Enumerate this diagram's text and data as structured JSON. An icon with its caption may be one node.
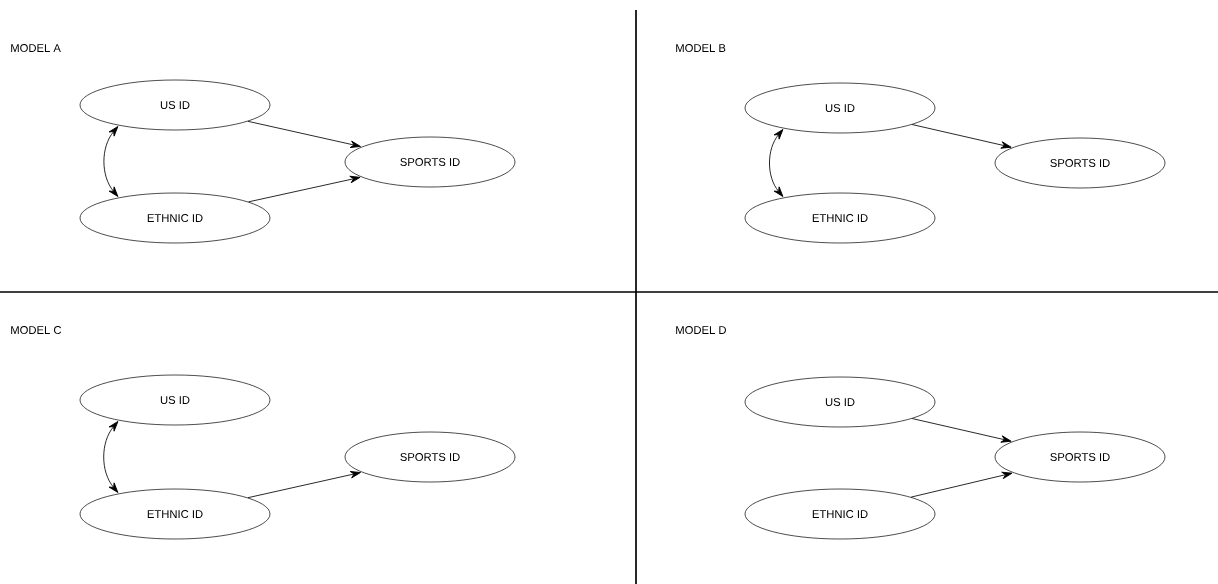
{
  "diagram": {
    "nodes": [
      {
        "text": [
          "US ID"
        ]
      },
      {
        "text": [
          "SPORTS ID"
        ]
      },
      {
        "text": [
          "ETHNIC  ID"
        ]
      },
      {
        "text": [
          "US ID"
        ]
      },
      {
        "text": [
          "SPORTS ID"
        ]
      },
      {
        "text": [
          "ETHNIC  ID"
        ]
      },
      {
        "text": [
          "US ID"
        ]
      },
      {
        "text": [
          "SPORTS ID"
        ]
      },
      {
        "text": [
          "ETHNIC  ID"
        ]
      },
      {
        "text": [
          "US ID"
        ]
      },
      {
        "text": [
          "SPORTS ID"
        ]
      },
      {
        "text": [
          "ETHNIC  ID"
        ]
      }
    ],
    "edges": [
      {
        "from": 0,
        "to": 1,
        "arrow": "to"
      },
      {
        "from": 2,
        "to": 1,
        "arrow": "to"
      },
      {
        "from": 0,
        "to": 2,
        "arrow": "both"
      },
      {
        "from": 3,
        "to": 4,
        "arrow": "to"
      },
      {
        "from": 3,
        "to": 5,
        "arrow": "both"
      },
      {
        "from": 6,
        "to": 8,
        "arrow": "both"
      },
      {
        "from": 8,
        "to": 7,
        "arrow": "to"
      },
      {
        "from": 9,
        "to": 10,
        "arrow": "to"
      },
      {
        "from": 11,
        "to": 10,
        "arrow": "to"
      }
    ],
    "labels": [
      "MODEL A",
      "MODEL B",
      "MODEL C",
      "MODEL D"
    ]
  }
}
